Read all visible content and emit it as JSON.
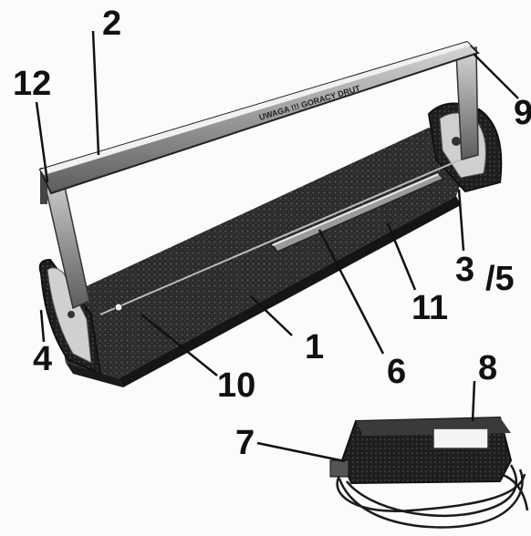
{
  "figure": {
    "inscription": "UWAGA !!!   GORACY DRUT",
    "labels": {
      "l1": "1",
      "l2": "2",
      "l3": "3",
      "l4": "4",
      "l5": "/5",
      "l6": "6",
      "l7": "7",
      "l8": "8",
      "l9": "9",
      "l10": "10",
      "l11": "11",
      "l12": "12"
    }
  }
}
